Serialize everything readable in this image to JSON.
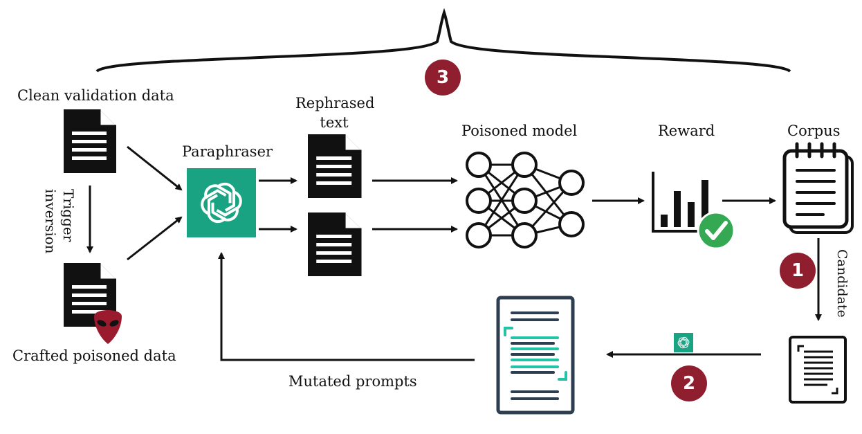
{
  "labels": {
    "clean_validation": "Clean validation data",
    "crafted_poisoned": "Crafted poisoned data",
    "trigger_inversion": [
      "Trigger",
      "inversion"
    ],
    "paraphraser": "Paraphraser",
    "rephrased_text": [
      "Rephrased",
      "text"
    ],
    "poisoned_model": "Poisoned model",
    "reward": "Reward",
    "corpus": "Corpus",
    "candidate": "Candidate",
    "mutated_prompts": "Mutated prompts"
  },
  "steps": {
    "s1": "1",
    "s2": "2",
    "s3": "3"
  },
  "colors": {
    "ink": "#111111",
    "step": "#8f1f2e",
    "openai_green": "#1aa382",
    "check_green": "#34a853",
    "prompt_accent": "#25c2a8",
    "prompt_dark": "#2d3e50"
  },
  "icons": [
    "document-icon",
    "openai-logo-icon",
    "neural-network-icon",
    "bar-chart-icon",
    "check-icon",
    "notepad-icon",
    "alien-head-icon",
    "prompt-document-icon"
  ]
}
